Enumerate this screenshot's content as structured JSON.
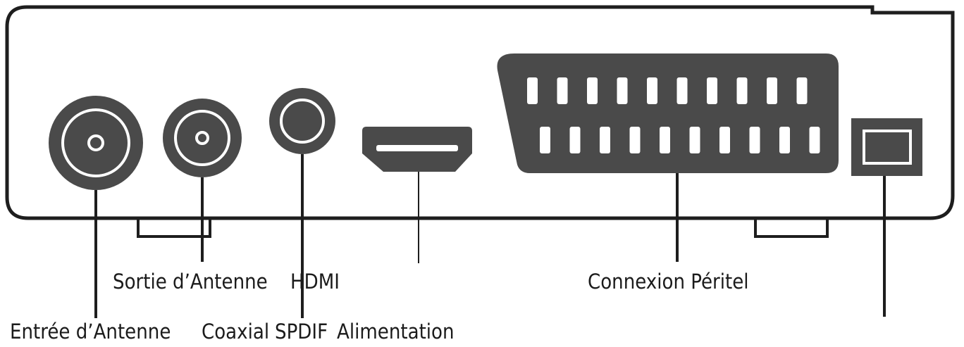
{
  "labels": {
    "sortie_antenne": "Sortie d’Antenne",
    "hdmi": "HDMI",
    "connexion_peritel": "Connexion Péritel",
    "entree_antenne": "Entrée d’Antenne",
    "coaxial": "Coaxial",
    "spdif": "SPDIF",
    "alimentation": "Alimentation"
  },
  "colors": {
    "port_fill": "#4a4a4a",
    "outline": "#1e1e1e",
    "background": "#ffffff"
  }
}
